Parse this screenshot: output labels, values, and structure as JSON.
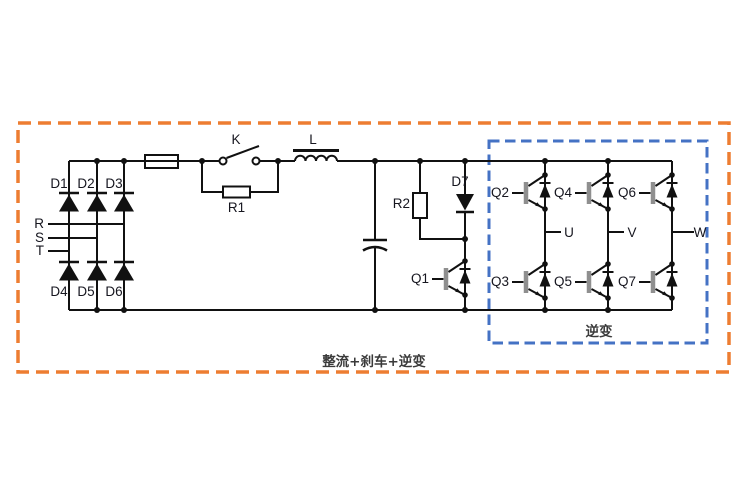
{
  "regions": {
    "outer": {
      "label": "整流+刹车+逆变",
      "border_color": "#ED7D31"
    },
    "inverter": {
      "label": "逆变",
      "border_color": "#4472C4"
    }
  },
  "rectifier": {
    "diodes_top": [
      "D1",
      "D2",
      "D3"
    ],
    "diodes_bottom": [
      "D4",
      "D5",
      "D6"
    ],
    "phases": [
      "R",
      "S",
      "T"
    ]
  },
  "dc_link": {
    "switch": "K",
    "bypass_resistor": "R1",
    "inductor": "L",
    "brake_resistor": "R2",
    "brake_diode": "D7",
    "brake_transistor": "Q1"
  },
  "inverter": {
    "transistors_top": [
      "Q2",
      "Q4",
      "Q6"
    ],
    "transistors_bottom": [
      "Q3",
      "Q5",
      "Q7"
    ],
    "outputs": [
      "U",
      "V",
      "W"
    ]
  },
  "colors": {
    "wire": "#111111",
    "gate_bar": "#8F8F8F",
    "label_text": "#16161F",
    "region_text": "#3A3A3A"
  }
}
